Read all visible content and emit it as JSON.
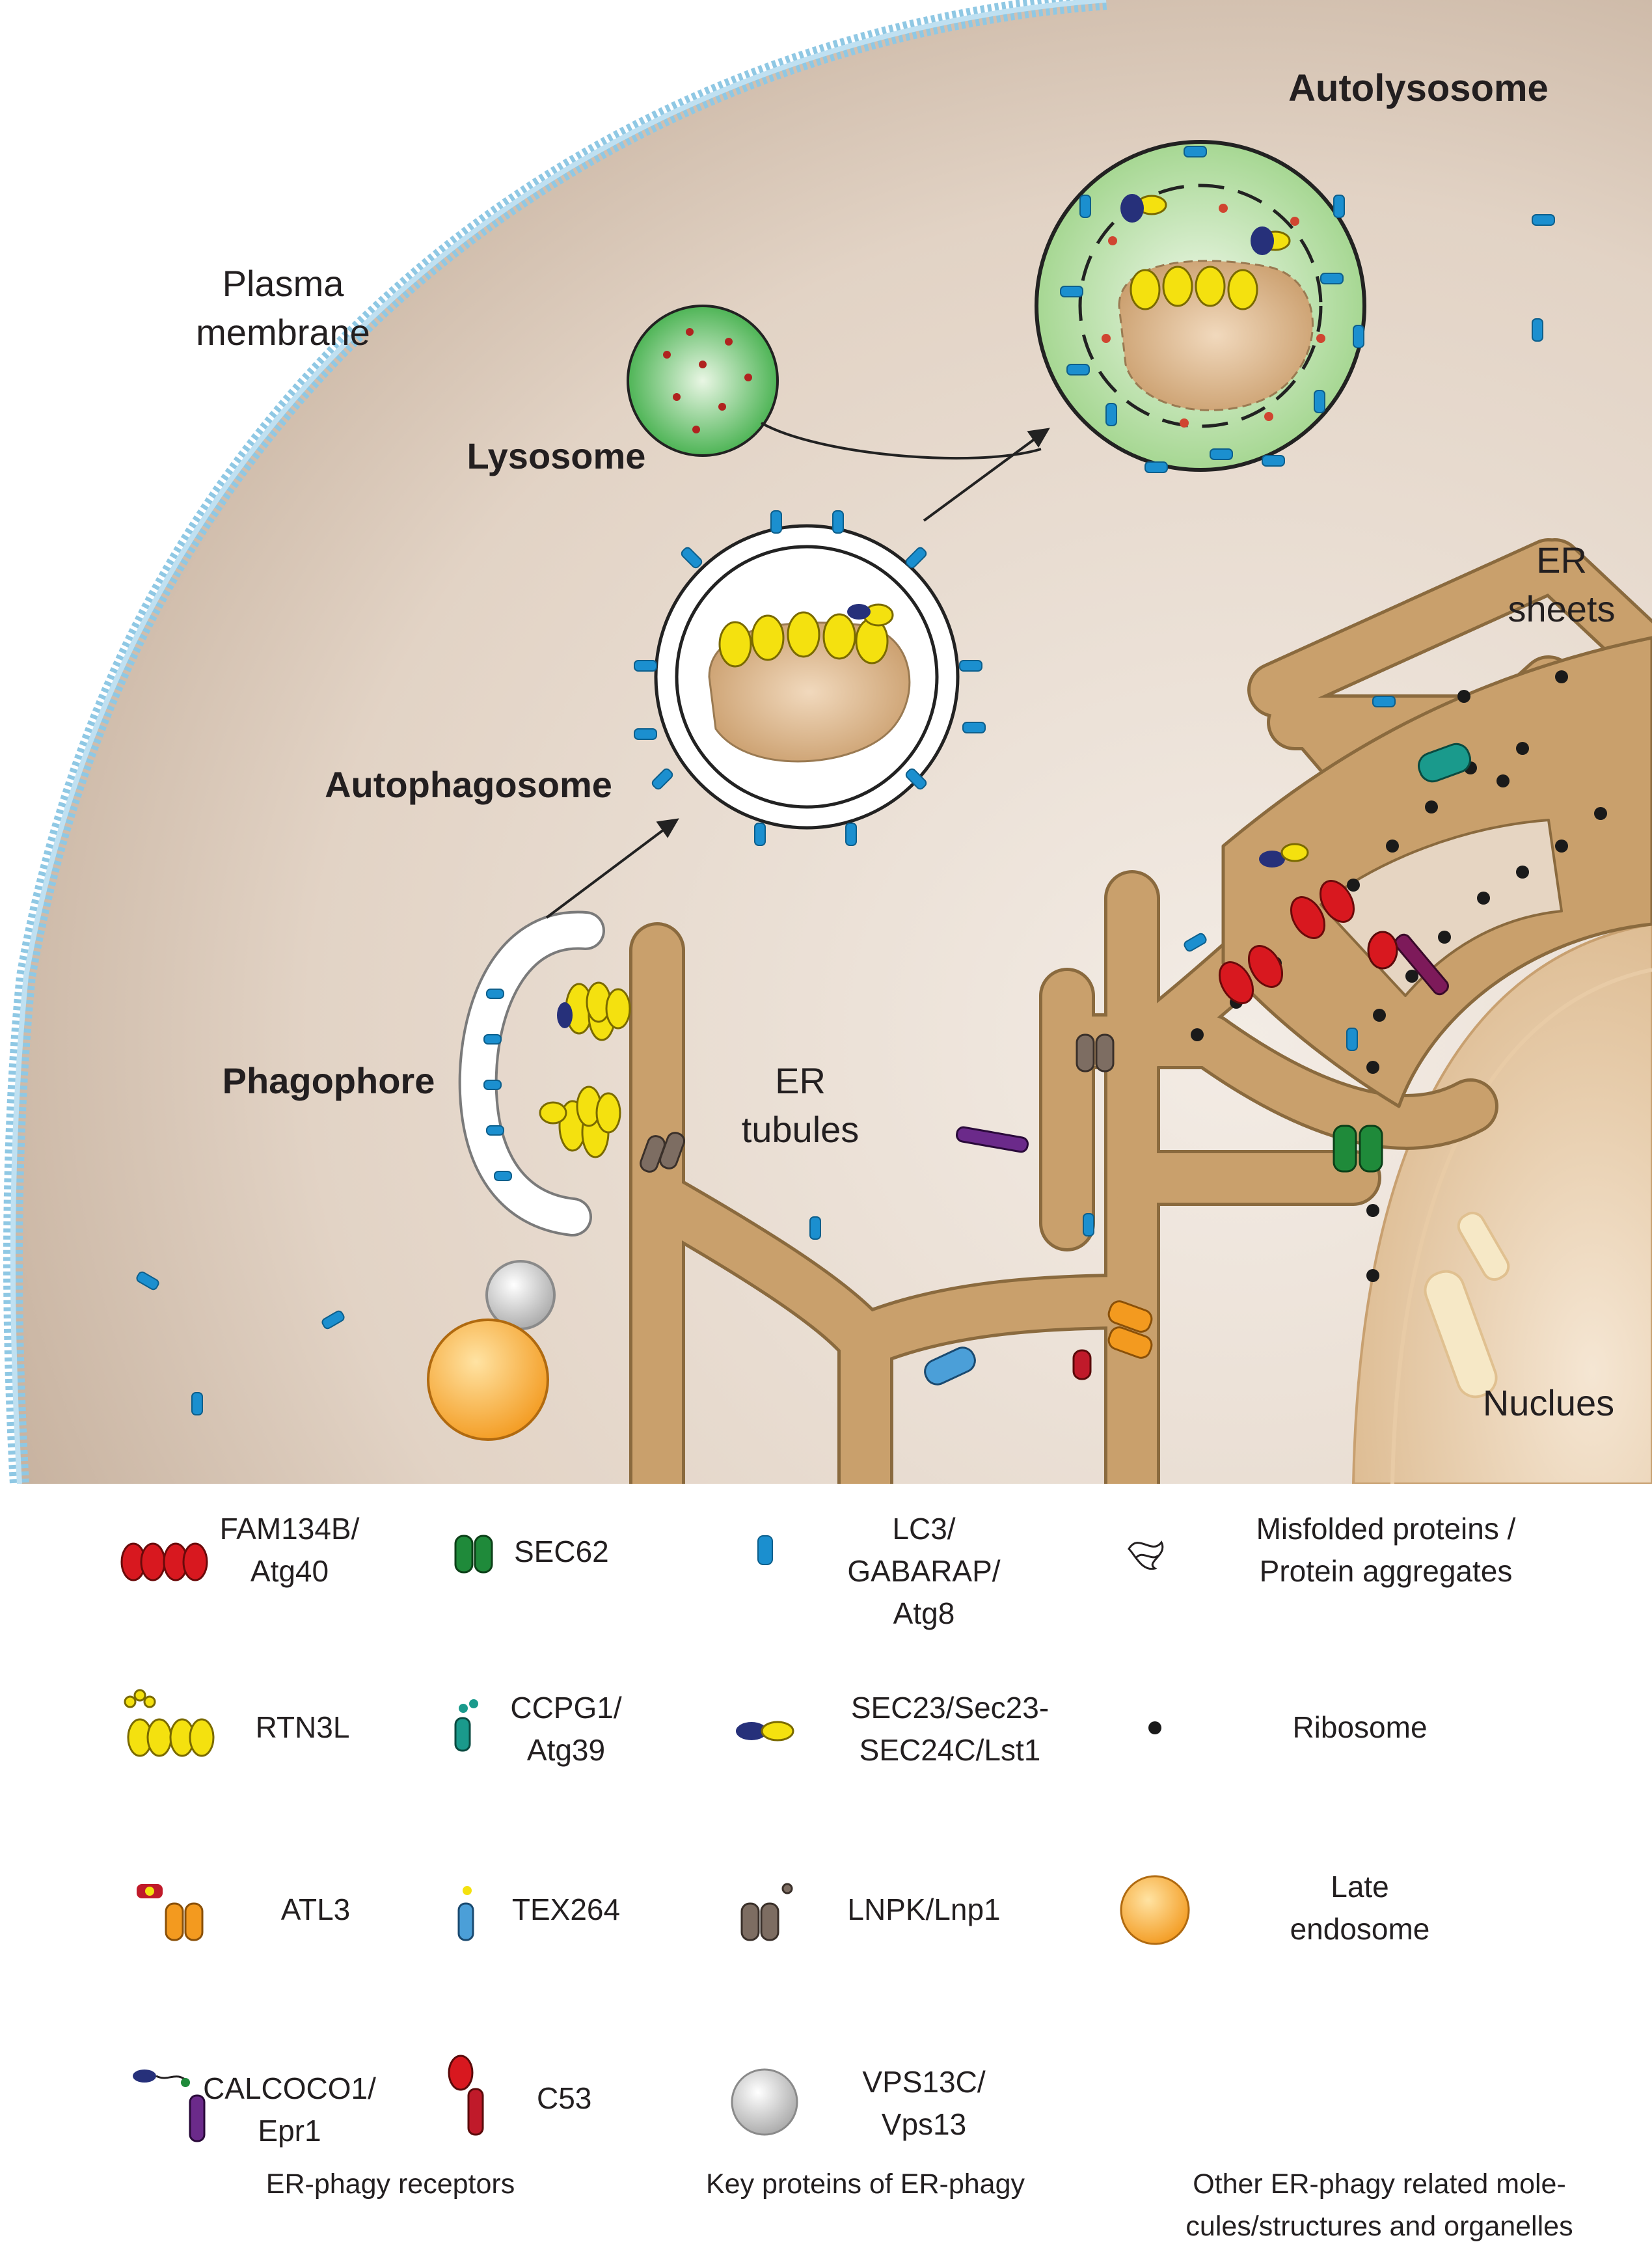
{
  "labels": {
    "plasma_membrane_1": "Plasma",
    "plasma_membrane_2": "membrane",
    "lysosome": "Lysosome",
    "autolysosome": "Autolysosome",
    "autophagosome": "Autophagosome",
    "phagophore": "Phagophore",
    "er_tubules_1": "ER",
    "er_tubules_2": "tubules",
    "er_sheets_1": "ER",
    "er_sheets_2": "sheets",
    "nucleus": "Nuclues"
  },
  "legend": {
    "fam134b_1": "FAM134B/",
    "fam134b_2": "Atg40",
    "sec62": "SEC62",
    "lc3_1": "LC3/",
    "lc3_2": "GABARAP/",
    "lc3_3": "Atg8",
    "misfolded_1": "Misfolded proteins /",
    "misfolded_2": "Protein aggregates",
    "rtn3l": "RTN3L",
    "ccpg1_1": "CCPG1/",
    "ccpg1_2": "Atg39",
    "sec23_1": "SEC23/Sec23-",
    "sec23_2": "SEC24C/Lst1",
    "ribosome": "Ribosome",
    "atl3": "ATL3",
    "tex264": "TEX264",
    "lnpk": "LNPK/Lnp1",
    "late_endo_1": "Late",
    "late_endo_2": "endosome",
    "calcoco1_1": "CALCOCO1/",
    "calcoco1_2": "Epr1",
    "c53": "C53",
    "vps13c_1": "VPS13C/",
    "vps13c_2": "Vps13"
  },
  "captions": {
    "receptors": "ER-phagy receptors",
    "key_proteins": "Key proteins of ER-phagy",
    "other_1": "Other ER-phagy related mole-",
    "other_2": "cules/structures and organelles"
  },
  "colors": {
    "cytoplasm": "#d8c8b8",
    "membrane": "#8fc8e4",
    "er": "#c9a06c",
    "er_outline": "#8a6a3e",
    "lysosome": "#5cc260",
    "lc3": "#1b8fcf",
    "rtn3l": "#f4e10f",
    "fam134b": "#d8181f",
    "sec62": "#1f8a3a",
    "ccpg1": "#1a9a8c",
    "sec23": "#26307a",
    "lnpk": "#7d6d62",
    "atl3": "#f39a1f",
    "tex264": "#4b9fd8",
    "calcoco1": "#6b2a8a",
    "c53": "#c01a2a",
    "late_endosome": "#f5a623",
    "vps13c": "#c8c8c8",
    "ribosome": "#1a1a1a",
    "nucleus": "#e6c49a"
  }
}
